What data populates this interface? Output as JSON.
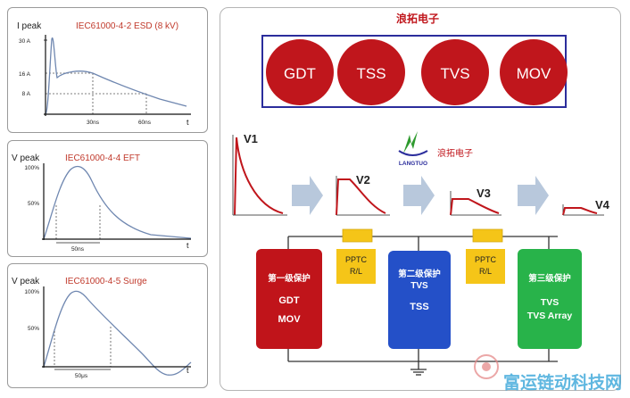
{
  "esd": {
    "title": "IEC61000-4-2 ESD (8 kV)",
    "ylabel": "I peak",
    "y_ticks": [
      "30 A",
      "16 A",
      "8 A"
    ],
    "x_ticks": [
      "30ns",
      "60ns"
    ],
    "axis_end": "t"
  },
  "eft": {
    "title": "IEC61000-4-4 EFT",
    "ylabel": "V peak",
    "y_ticks": [
      "100%",
      "50%"
    ],
    "span_label": "50ns",
    "axis_end": "t"
  },
  "surge": {
    "title": "IEC61000-4-5 Surge",
    "ylabel": "V peak",
    "y_ticks": [
      "100%",
      "50%"
    ],
    "span_label": "50μs",
    "axis_end": "t"
  },
  "right": {
    "brand_header": "浪拓电子",
    "components": [
      "GDT",
      "TSS",
      "TVS",
      "MOV"
    ],
    "logo_text": "LANGTUO",
    "logo_brand": "浪拓电子",
    "voltages": [
      "V1",
      "V2",
      "V3",
      "V4"
    ],
    "stages": [
      {
        "title": "第一级保护",
        "lines": [
          "GDT",
          "MOV"
        ]
      },
      {
        "title": "第二级保护",
        "lines": [
          "TVS",
          "TSS"
        ]
      },
      {
        "title": "第三级保护",
        "lines": [
          "TVS",
          "TVS Array"
        ]
      }
    ],
    "pptc": [
      {
        "line1": "PPTC",
        "line2": "R/L"
      },
      {
        "line1": "PPTC",
        "line2": "R/L"
      }
    ],
    "watermark": "富运链动科技网"
  },
  "colors": {
    "title_red": "#c0392b",
    "circle_red": "#c0161c",
    "frame_blue": "#2b2d9c",
    "stage1": "#c0141a",
    "stage2": "#2450c8",
    "stage3": "#28b34a",
    "pptc": "#f5c518",
    "arrow": "#b8c8dc"
  }
}
